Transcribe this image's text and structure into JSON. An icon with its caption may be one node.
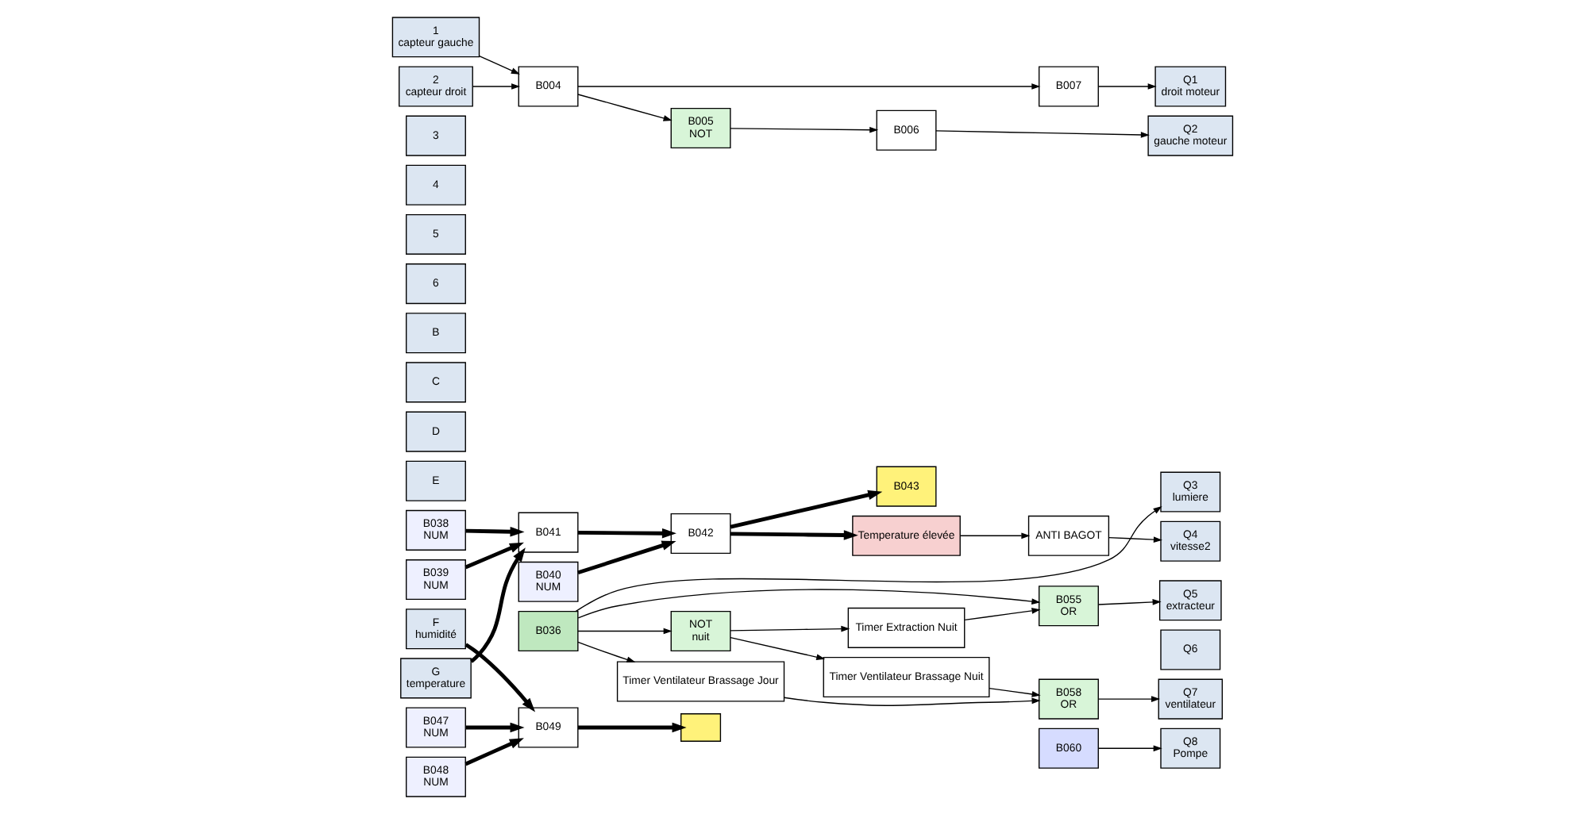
{
  "diagram": {
    "nodes": [
      {
        "text": [
          "1",
          "capteur gauche"
        ]
      },
      {
        "text": [
          "2",
          "capteur droit"
        ]
      },
      {
        "text": [
          "3"
        ]
      },
      {
        "text": [
          "4"
        ]
      },
      {
        "text": [
          "5"
        ]
      },
      {
        "text": [
          "6"
        ]
      },
      {
        "text": [
          "B"
        ]
      },
      {
        "text": [
          "C"
        ]
      },
      {
        "text": [
          "D"
        ]
      },
      {
        "text": [
          "E"
        ]
      },
      {
        "text": [
          "F",
          "humidité"
        ]
      },
      {
        "text": [
          "G",
          "temperature"
        ]
      },
      {
        "text": [
          "B004"
        ]
      },
      {
        "text": [
          "B036"
        ]
      },
      {
        "text": [
          "B007"
        ]
      },
      {
        "text": [
          "B005",
          "NOT"
        ]
      },
      {
        "text": [
          "B006"
        ]
      },
      {
        "text": [
          "NOT",
          "nuit"
        ]
      },
      {
        "text": [
          "Timer Extraction Nuit"
        ]
      },
      {
        "text": [
          "B055",
          "OR"
        ]
      },
      {
        "text": [
          "Timer Ventilateur Brassage Jour"
        ]
      },
      {
        "text": [
          "B058",
          "OR"
        ]
      },
      {
        "text": [
          "Timer Ventilateur Brassage Nuit"
        ]
      },
      {
        "text": [
          "B060"
        ]
      },
      {
        "text": [
          "B049"
        ]
      },
      {
        "text": [],
        "shape": "box"
      },
      {
        "text": [
          "B047",
          "NUM"
        ]
      },
      {
        "text": [
          "B048",
          "NUM"
        ]
      },
      {
        "text": [
          "B038",
          "NUM"
        ]
      },
      {
        "text": [
          "B039",
          "NUM"
        ]
      },
      {
        "text": [
          "B041"
        ]
      },
      {
        "text": [
          "B040",
          "NUM"
        ]
      },
      {
        "text": [
          "B042"
        ]
      },
      {
        "text": [
          "B043"
        ]
      },
      {
        "text": [
          "Temperature élevée"
        ]
      },
      {
        "text": [
          "ANTI BAGOT"
        ]
      },
      {
        "text": [
          "Q1",
          "droit moteur"
        ]
      },
      {
        "text": [
          "Q2",
          "gauche moteur"
        ]
      },
      {
        "text": [
          "Q3",
          "lumiere"
        ]
      },
      {
        "text": [
          "Q4",
          "vitesse2"
        ]
      },
      {
        "text": [
          "Q5",
          "extracteur"
        ]
      },
      {
        "text": [
          "Q6"
        ]
      },
      {
        "text": [
          "Q7",
          "ventilateur"
        ]
      },
      {
        "text": [
          "Q8",
          "Pompe"
        ]
      }
    ],
    "edges": [
      {
        "from": 0,
        "to": 12,
        "arrow": "to"
      },
      {
        "from": 1,
        "to": 12,
        "arrow": "to"
      },
      {
        "from": 12,
        "to": 14,
        "arrow": "to"
      },
      {
        "from": 12,
        "to": 15,
        "arrow": "to"
      },
      {
        "from": 14,
        "to": 36,
        "arrow": "to"
      },
      {
        "from": 15,
        "to": 16,
        "arrow": "to"
      },
      {
        "from": 16,
        "to": 37,
        "arrow": "to"
      },
      {
        "from": 13,
        "to": 20,
        "arrow": "to"
      },
      {
        "from": 13,
        "to": 17,
        "arrow": "to"
      },
      {
        "from": 13,
        "to": 19,
        "arrow": "to"
      },
      {
        "from": 13,
        "to": 38,
        "arrow": "to"
      },
      {
        "from": 17,
        "to": 18,
        "arrow": "to"
      },
      {
        "from": 17,
        "to": 22,
        "arrow": "to"
      },
      {
        "from": 18,
        "to": 19,
        "arrow": "to"
      },
      {
        "from": 19,
        "to": 40,
        "arrow": "to"
      },
      {
        "from": 20,
        "to": 21,
        "arrow": "to"
      },
      {
        "from": 22,
        "to": 21,
        "arrow": "to"
      },
      {
        "from": 21,
        "to": 42,
        "arrow": "to"
      },
      {
        "from": 23,
        "to": 43,
        "arrow": "to"
      },
      {
        "from": 10,
        "to": 24,
        "arrow": "to",
        "style": "thick"
      },
      {
        "from": 26,
        "to": 24,
        "arrow": "to",
        "style": "thick"
      },
      {
        "from": 27,
        "to": 24,
        "arrow": "to",
        "style": "thick"
      },
      {
        "from": 24,
        "to": 25,
        "arrow": "to",
        "style": "thick"
      },
      {
        "from": 11,
        "to": 30,
        "arrow": "to",
        "style": "thick"
      },
      {
        "from": 28,
        "to": 30,
        "arrow": "to",
        "style": "thick"
      },
      {
        "from": 29,
        "to": 30,
        "arrow": "to",
        "style": "thick"
      },
      {
        "from": 30,
        "to": 32,
        "arrow": "to",
        "style": "thick"
      },
      {
        "from": 31,
        "to": 32,
        "arrow": "to",
        "style": "thick"
      },
      {
        "from": 32,
        "to": 33,
        "arrow": "to",
        "style": "thick"
      },
      {
        "from": 32,
        "to": 34,
        "arrow": "to",
        "style": "thick"
      },
      {
        "from": 34,
        "to": 35,
        "arrow": "to"
      },
      {
        "from": 35,
        "to": 39,
        "arrow": "to"
      }
    ]
  }
}
